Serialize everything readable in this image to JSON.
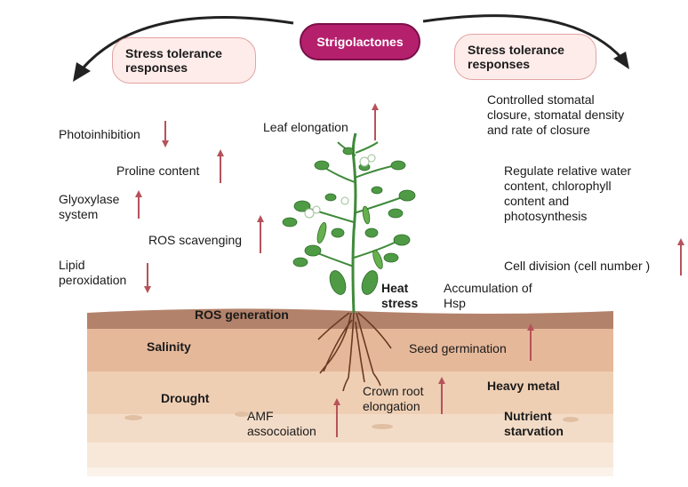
{
  "center_label": "Strigolactones",
  "left_header": "Stress tolerance responses",
  "right_header": "Stress tolerance responses",
  "left_items": {
    "photoinhibition": "Photoinhibition",
    "proline": "Proline content",
    "glyoxylase_line1": "Glyoxylase",
    "glyoxylase_line2": "system",
    "ros_scavenging": "ROS scavenging",
    "lipid_line1": "Lipid",
    "lipid_line2": "peroxidation"
  },
  "center_items": {
    "leaf_elongation": "Leaf elongation",
    "heat_line1": "Heat",
    "heat_line2": "stress",
    "hsp_line1": "Accumulation of",
    "hsp_line2": "Hsp"
  },
  "right_items": {
    "stomatal_line1": "Controlled stomatal",
    "stomatal_line2": "closure, stomatal density",
    "stomatal_line3": "and rate of closure",
    "water_line1": "Regulate relative water",
    "water_line2": "content, chlorophyll",
    "water_line3": "content and",
    "water_line4": "photosynthesis",
    "cell_division": "Cell division (cell number )"
  },
  "soil_items": {
    "ros_generation": "ROS generation",
    "salinity": "Salinity",
    "seed_germination": "Seed germination",
    "drought": "Drought",
    "crown_line1": "Crown root",
    "crown_line2": "elongation",
    "heavy_metal": "Heavy metal",
    "amf_line1": "AMF",
    "amf_line2": "assocoiation",
    "nutrient_line1": "Nutrient",
    "nutrient_line2": "starvation"
  },
  "arrows": {
    "photoinhibition": "down",
    "proline": "up",
    "glyoxylase": "up",
    "ros_scavenging": "up",
    "lipid_peroxidation": "down",
    "leaf_elongation": "up",
    "cell_division": "up",
    "seed_germination": "up",
    "crown_root_elongation": "up",
    "amf_association": "up"
  },
  "colors": {
    "center_fill": "#b5206d",
    "pill_fill": "#fdecea",
    "pill_border": "#e3a3a3",
    "arrow": "#b5525a",
    "soil_top": "#b3826a",
    "soil_mid": "#e8c1a3",
    "soil_low": "#f2dcc6"
  }
}
